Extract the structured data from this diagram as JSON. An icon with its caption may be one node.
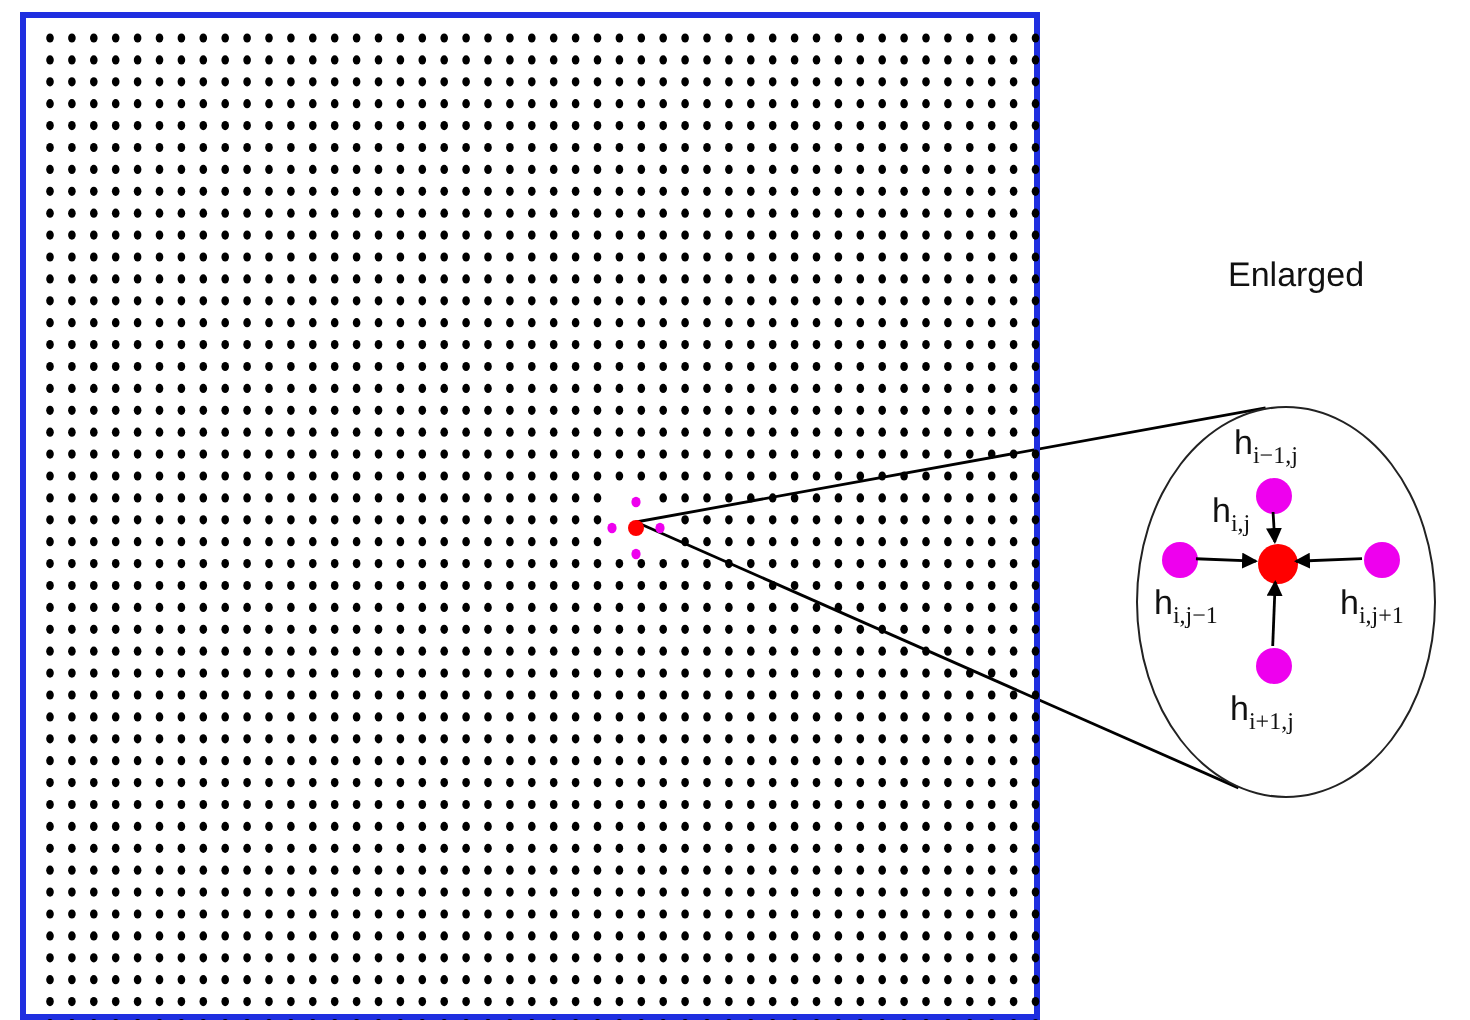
{
  "diagram": {
    "nodes": [
      {
        "text": [],
        "shape": "box"
      },
      {
        "text": [],
        "shape": "circle",
        "in": 0
      },
      {
        "text": [
          "Enlarged"
        ]
      },
      {
        "text": [
          "h$_{i,j}$"
        ],
        "in": 2
      },
      {
        "text": [
          "h$_{i−1,j}$"
        ],
        "in": 2
      },
      {
        "text": [
          "h$_{i,j−1}$"
        ],
        "in": 2
      },
      {
        "text": [
          "h$_{i,j+1}$"
        ],
        "in": 2
      },
      {
        "text": [
          "h$_{i+1,j}$"
        ],
        "in": 2
      }
    ],
    "edges": [
      {
        "from": 1,
        "to": 2,
        "arrow": "none"
      },
      {
        "from": 1,
        "to": 2,
        "arrow": "none"
      },
      {
        "from": 4,
        "to": 3,
        "arrow": "to"
      },
      {
        "from": 5,
        "to": 3,
        "arrow": "to"
      },
      {
        "from": 6,
        "to": 3,
        "arrow": "to"
      },
      {
        "from": 7,
        "to": 3,
        "arrow": "to"
      }
    ]
  }
}
